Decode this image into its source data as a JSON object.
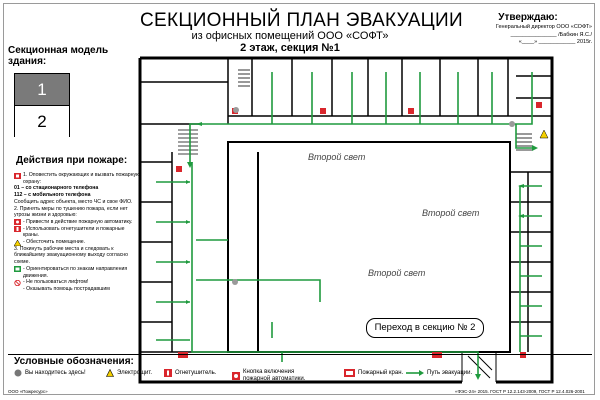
{
  "title": "СЕКЦИОННЫЙ ПЛАН ЭВАКУАЦИИ",
  "subtitle": "из офисных помещений ООО «СОФТ»",
  "floor_label": "2 этаж, секция №1",
  "approval": {
    "header": "Утверждаю:",
    "position": "Генеральный директор ООО «СОФТ»",
    "signature": "_______________ /Бабкин Я.С./",
    "date": "«____» ____________ 2015г."
  },
  "model": {
    "header": "Секционная модель здания:",
    "floors": [
      "1",
      "2"
    ]
  },
  "actions": {
    "header": "Действия при пожаре:",
    "items": [
      "1. Оповестить окружающих и вызвать пожарную охрану:",
      "01 – со стационарного телефона",
      "112 – с мобильного телефона",
      "Сообщить адрес объекта, место ЧС и свое ФИО.",
      "2. Принять меры по тушению пожара, если нет угрозы жизни и здоровью:",
      "- Привести в действие пожарную автоматику.",
      "- Использовать огнетушители и пожарные краны.",
      "- Обесточить помещение.",
      "3. Покинуть рабочие места и следовать к ближайшему эвакуационному выходу согласно схеме.",
      "- Ориентироваться по знакам направления движения.",
      "- Не пользоваться лифтом!",
      "- Оказывать помощь пострадавшим"
    ]
  },
  "second_light_labels": [
    "Второй свет",
    "Второй свет",
    "Второй свет"
  ],
  "transfer_label": "Переход в секцию № 2",
  "legend": {
    "header": "Условные обозначения:",
    "items": [
      {
        "icon": "you-are-here-icon",
        "label": "Вы находитесь здесь!"
      },
      {
        "icon": "electric-panel-icon",
        "label": "Электрощит."
      },
      {
        "icon": "fire-extinguisher-icon",
        "label": "Огнетушитель."
      },
      {
        "icon": "fire-alarm-button-icon",
        "label": "Кнопка включения пожарной автоматики."
      },
      {
        "icon": "fire-hydrant-icon",
        "label": "Пожарный кран."
      },
      {
        "icon": "evacuation-arrow-icon",
        "label": "Путь эвакуации."
      }
    ]
  },
  "footer_left": "ООО «Пожресурс»",
  "footer_right": "«ФЭС-24» 2015. ГОСТ Р 12.2.143-2009, ГОСТ Р 12.4.026-2001",
  "colors": {
    "evacuation_path": "#1f9a3e",
    "fire_sign": "#d9262c",
    "wall": "#000000",
    "model_floor1": "#7a7a7a"
  }
}
